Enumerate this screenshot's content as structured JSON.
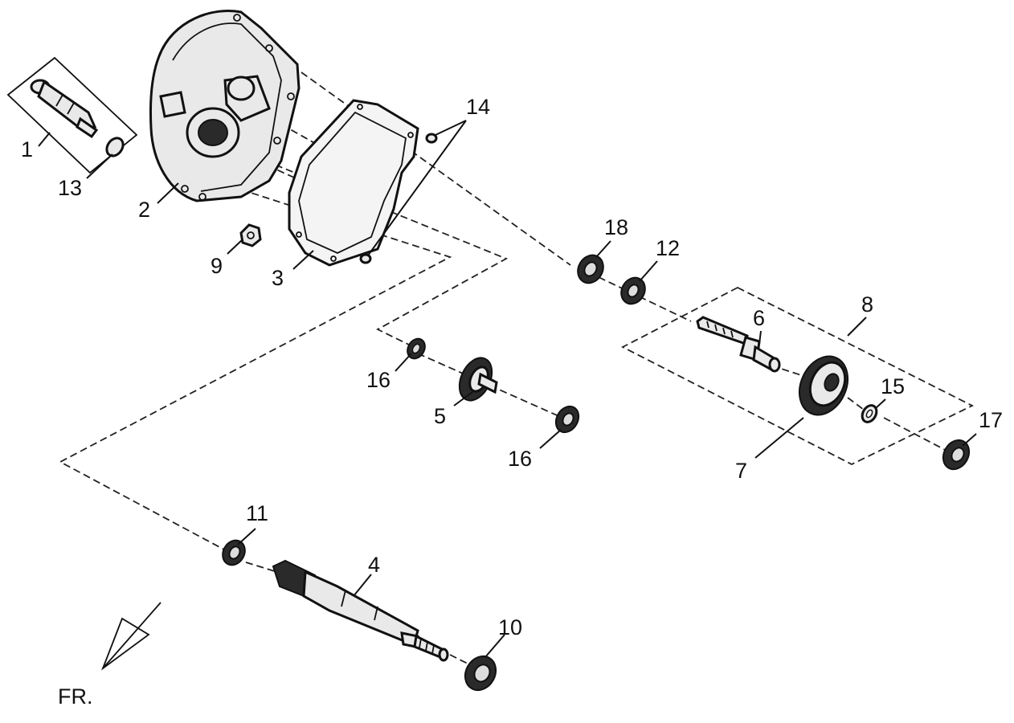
{
  "labels": {
    "p1": "1",
    "p2": "2",
    "p3": "3",
    "p4": "4",
    "p5": "5",
    "p6": "6",
    "p7": "7",
    "p8": "8",
    "p9": "9",
    "p10": "10",
    "p11": "11",
    "p12": "12",
    "p13": "13",
    "p14": "14",
    "p15": "15",
    "p16a": "16",
    "p16b": "16",
    "p17": "17",
    "p18": "18"
  },
  "front_marker": "FR."
}
